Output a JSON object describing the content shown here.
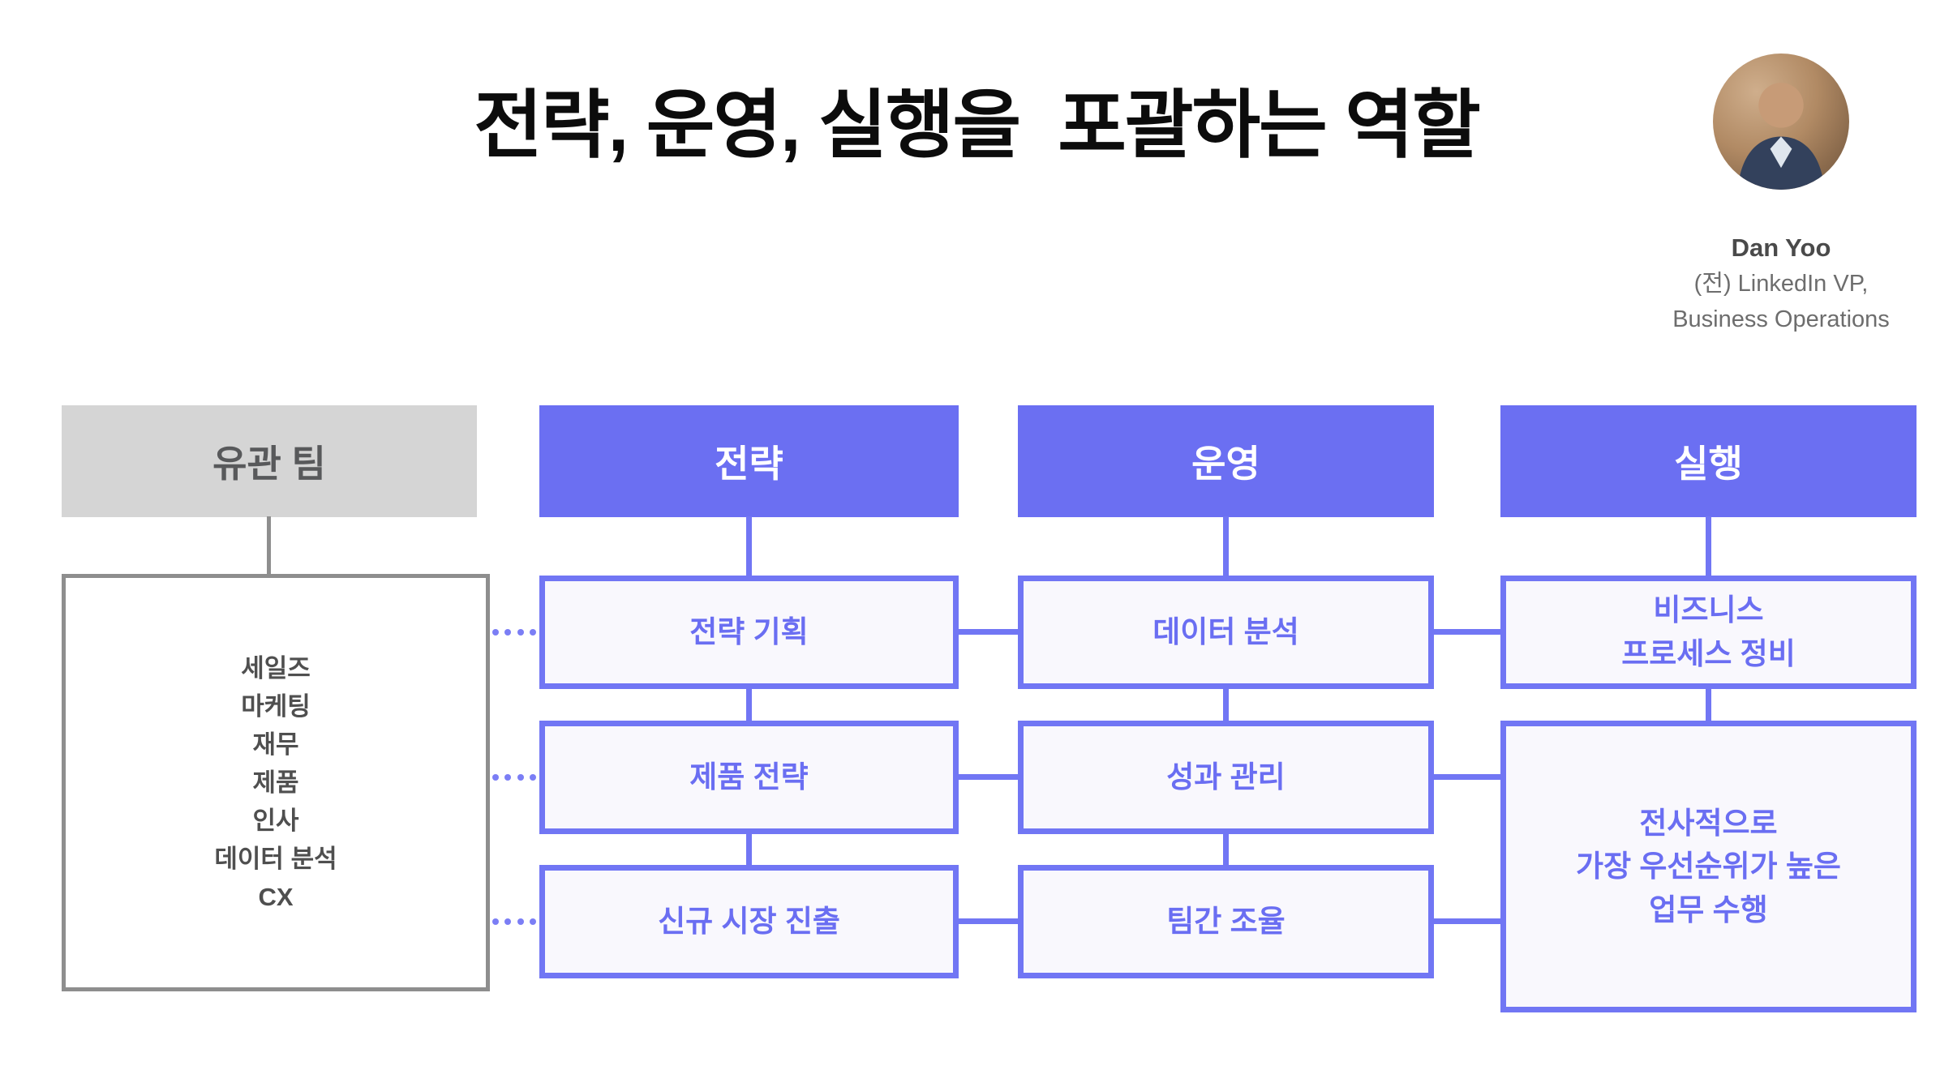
{
  "title": "전략, 운영, 실행을  포괄하는 역할",
  "profile": {
    "name": "Dan Yoo",
    "role_line1": "(전) LinkedIn VP,",
    "role_line2": "Business Operations"
  },
  "diagram": {
    "related_teams": {
      "header": "유관 팀",
      "members": [
        "세일즈",
        "마케팅",
        "재무",
        "제품",
        "인사",
        "데이터 분석",
        "CX"
      ]
    },
    "columns": [
      {
        "id": "strategy",
        "header": "전략",
        "items": [
          "전략 기획",
          "제품 전략",
          "신규 시장 진출"
        ]
      },
      {
        "id": "operations",
        "header": "운영",
        "items": [
          "데이터 분석",
          "성과 관리",
          "팀간 조율"
        ]
      },
      {
        "id": "execution",
        "header": "실행",
        "items": [
          [
            "비즈니스",
            "프로세스 정비"
          ],
          [
            "전사적으로",
            "가장 우선순위가 높은",
            "업무 수행"
          ]
        ]
      }
    ]
  },
  "colors": {
    "accent_purple": "#6b6ff2",
    "cell_border": "#7176f4",
    "cell_background": "#f9f8fd",
    "cell_text": "#6a6ef2",
    "gray_header_background": "#d5d5d5",
    "gray_header_text": "#58595b",
    "teams_box_border": "#8e8e8e",
    "title_text": "#0c0c0c",
    "caption_text": "#6d6d6d"
  }
}
